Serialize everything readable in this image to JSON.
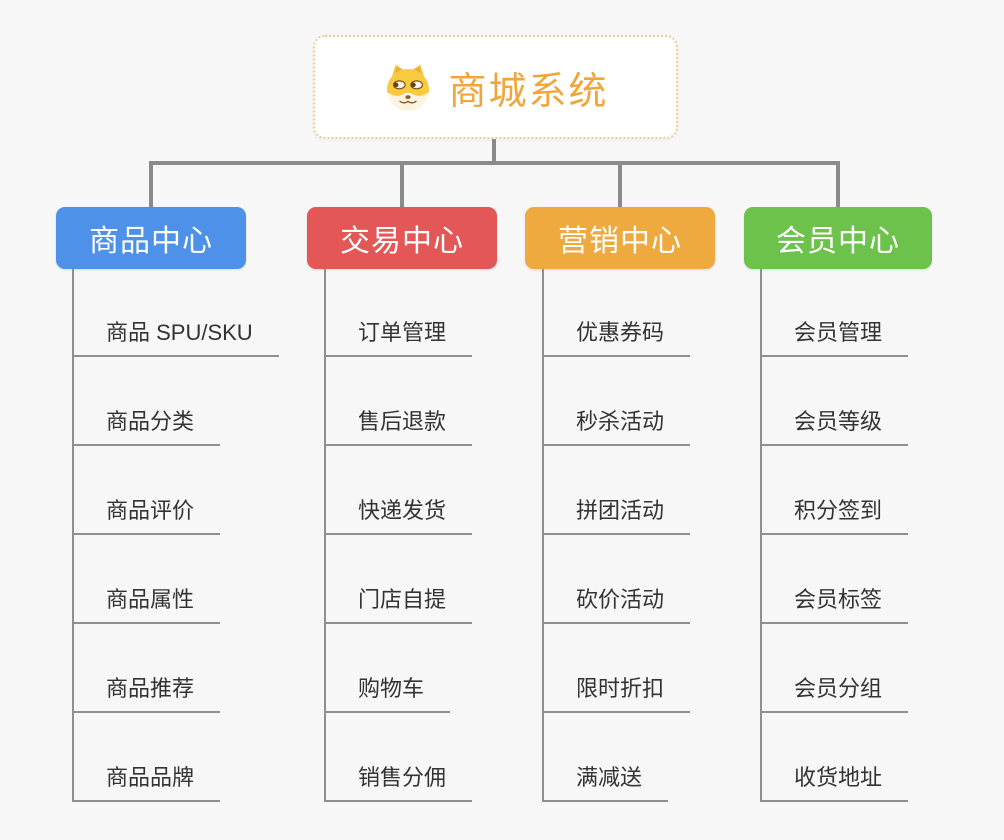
{
  "root": {
    "title": "商城系统",
    "icon": "doge-icon"
  },
  "colors": {
    "background": "#F7F7F7",
    "connector_line": "#8A8A8A",
    "leaf_line": "#8F8F8F",
    "root_border": "#F2C98E",
    "root_title": "#F0A63C",
    "branch_text": "#FFFFFF",
    "leaf_text": "#333333"
  },
  "branches": [
    {
      "label": "商品中心",
      "color": "#4D91E8",
      "items": [
        "商品 SPU/SKU",
        "商品分类",
        "商品评价",
        "商品属性",
        "商品推荐",
        "商品品牌"
      ]
    },
    {
      "label": "交易中心",
      "color": "#E35757",
      "items": [
        "订单管理",
        "售后退款",
        "快递发货",
        "门店自提",
        "购物车",
        "销售分佣"
      ]
    },
    {
      "label": "营销中心",
      "color": "#EFAA3F",
      "items": [
        "优惠券码",
        "秒杀活动",
        "拼团活动",
        "砍价活动",
        "限时折扣",
        "满减送"
      ]
    },
    {
      "label": "会员中心",
      "color": "#6DC24C",
      "items": [
        "会员管理",
        "会员等级",
        "积分签到",
        "会员标签",
        "会员分组",
        "收货地址"
      ]
    }
  ]
}
